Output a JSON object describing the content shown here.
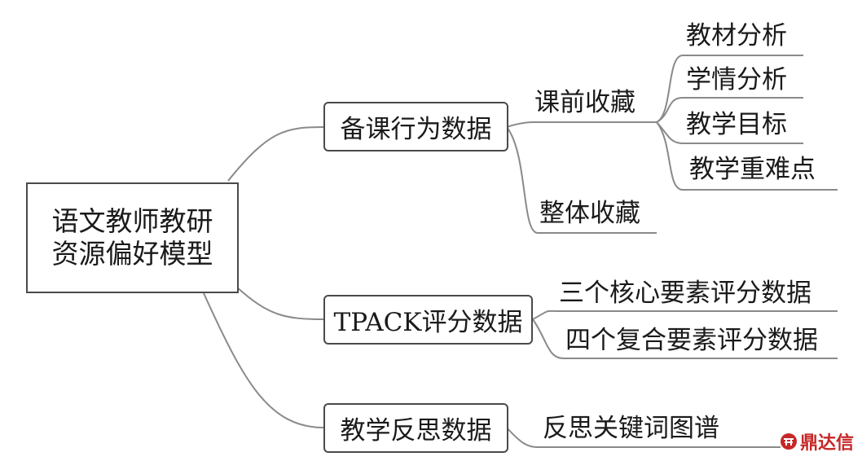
{
  "root": {
    "line1": "语文教师教研",
    "line2": "资源偏好模型"
  },
  "branches": {
    "prep": {
      "label": "备课行为数据",
      "pre_class": {
        "label": "课前收藏",
        "items": [
          "教材分析",
          "学情分析",
          "教学目标",
          "教学重难点"
        ]
      },
      "overall": {
        "label": "整体收藏"
      }
    },
    "tpack": {
      "label": "TPACK评分数据",
      "items": [
        "三个核心要素评分数据",
        "四个复合要素评分数据"
      ]
    },
    "reflection": {
      "label": "教学反思数据",
      "items": [
        "反思关键词图谱"
      ]
    }
  },
  "colors": {
    "line": "#8a8a8a",
    "border": "#4a4a4a",
    "watermark": "#c62828"
  },
  "watermark": "鼎达信"
}
